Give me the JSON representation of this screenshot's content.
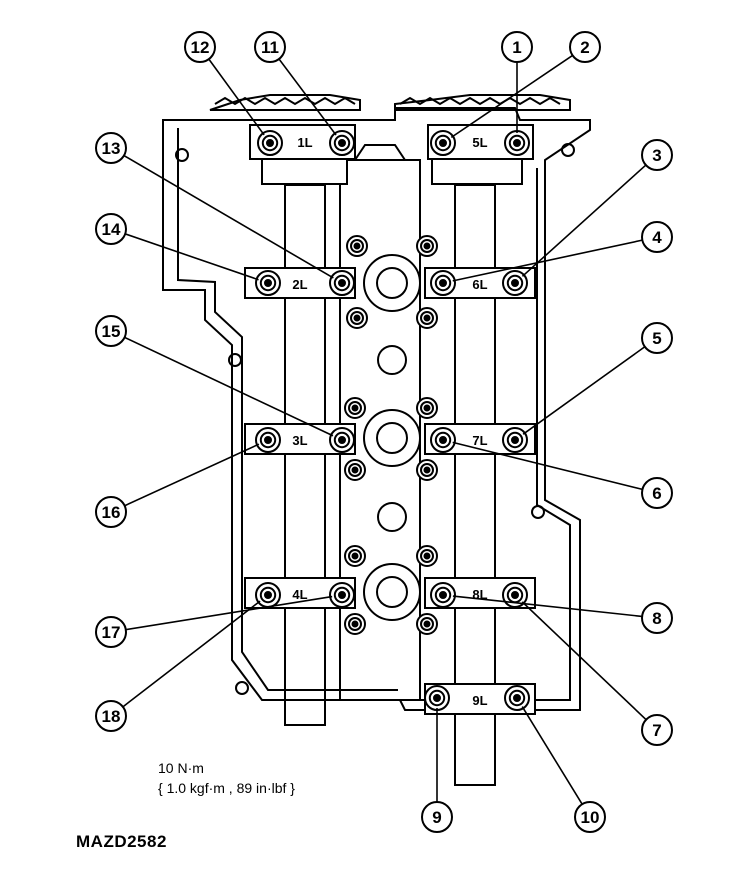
{
  "torque": {
    "line1": "10 N·m",
    "line2": "{ 1.0 kgf·m , 89 in·lbf }"
  },
  "figure_code": "MAZD2582",
  "caps": [
    "1L",
    "2L",
    "3L",
    "4L",
    "5L",
    "6L",
    "7L",
    "8L",
    "9L"
  ],
  "callouts": [
    "1",
    "2",
    "3",
    "4",
    "5",
    "6",
    "7",
    "8",
    "9",
    "10",
    "11",
    "12",
    "13",
    "14",
    "15",
    "16",
    "17",
    "18"
  ]
}
